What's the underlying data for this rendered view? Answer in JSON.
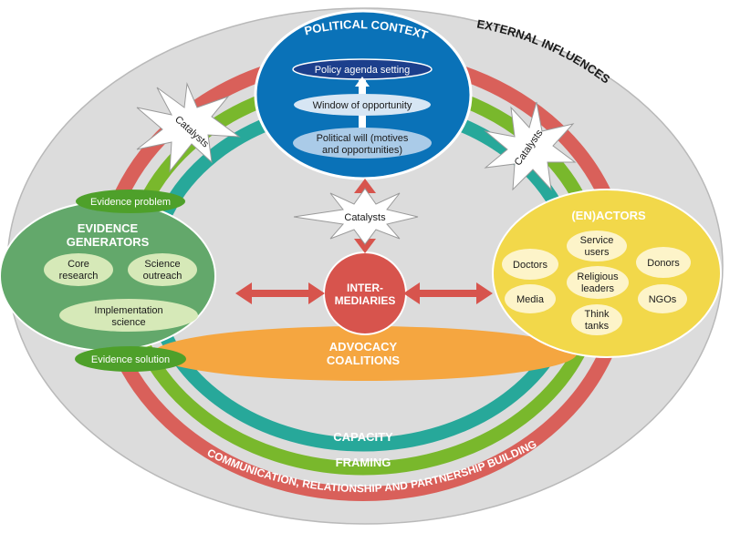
{
  "outer_label": "EXTERNAL INFLUENCES",
  "political_context": {
    "title": "POLITICAL CONTEXT",
    "items": [
      "Policy agenda setting",
      "Window of opportunity",
      "Political will (motives",
      "and opportunities)"
    ]
  },
  "catalysts_label": "Catalysts",
  "evidence_generators": {
    "title_line1": "EVIDENCE",
    "title_line2": "GENERATORS",
    "core_line1": "Core",
    "core_line2": "research",
    "outreach_line1": "Science",
    "outreach_line2": "outreach",
    "impl_line1": "Implementation",
    "impl_line2": "science"
  },
  "evidence_problem": "Evidence problem",
  "evidence_solution": "Evidence solution",
  "intermediaries": {
    "line1": "INTER-",
    "line2": "MEDIARIES"
  },
  "enactors": {
    "title": "(EN)ACTORS",
    "doctors": "Doctors",
    "service_line1": "Service",
    "service_line2": "users",
    "donors": "Donors",
    "religious_line1": "Religious",
    "religious_line2": "leaders",
    "media": "Media",
    "ngos": "NGOs",
    "think_line1": "Think",
    "think_line2": "tanks"
  },
  "advocacy": {
    "line1": "ADVOCACY",
    "line2": "COALITIONS"
  },
  "rings": {
    "capacity": "CAPACITY",
    "framing": "FRAMING",
    "communication": "COMMUNICATION, RELATIONSHIP AND PARTNERSHIP BUILDING"
  },
  "colors": {
    "background_oval": "#dcdcdc",
    "red_ring": "#d9605a",
    "green_ring": "#79b82c",
    "teal_ring": "#27a89a",
    "political_blue": "#0a72b8",
    "evidence_green": "#63a86b",
    "intermediaries_red": "#d7544d",
    "enactors_yellow": "#f2d84a",
    "advocacy_orange": "#f5a640"
  }
}
